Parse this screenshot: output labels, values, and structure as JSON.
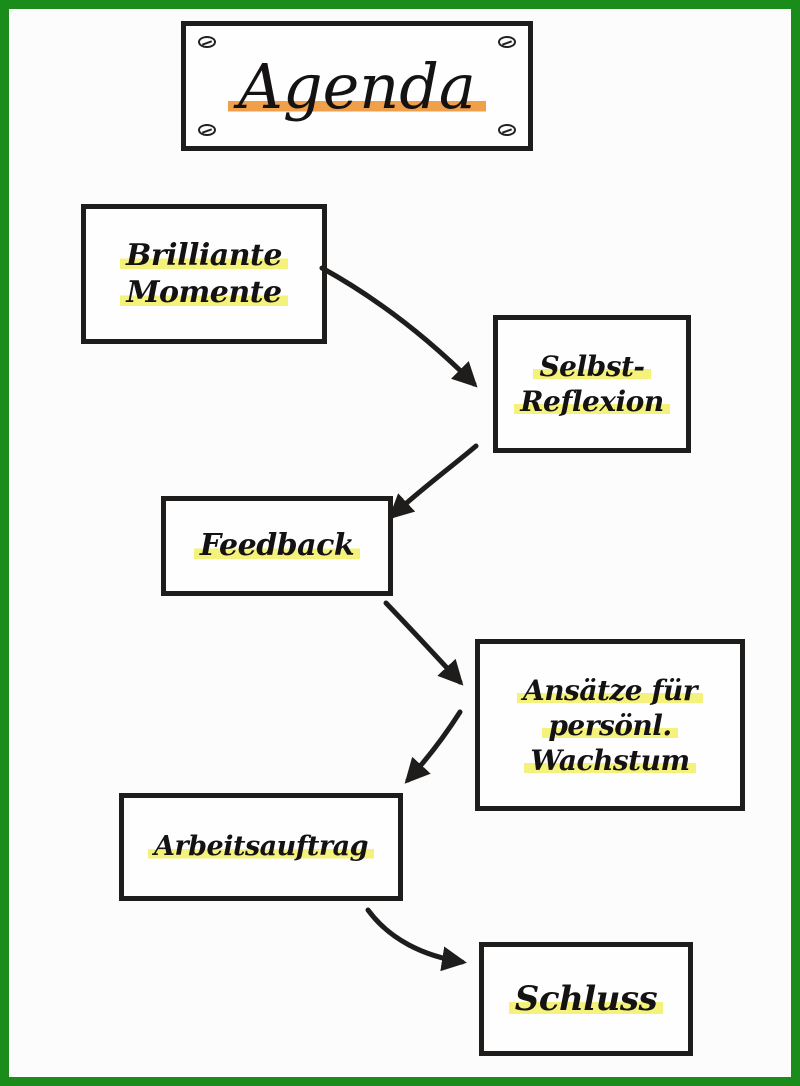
{
  "title": "Agenda",
  "steps": [
    {
      "lines": [
        "Brilliante",
        "Momente"
      ]
    },
    {
      "lines": [
        "Selbst-",
        "Reflexion"
      ]
    },
    {
      "lines": [
        "Feedback"
      ]
    },
    {
      "lines": [
        "Ansätze für",
        "persönl.",
        "Wachstum"
      ]
    },
    {
      "lines": [
        "Arbeitsauftrag"
      ]
    },
    {
      "lines": [
        "Schluss"
      ]
    }
  ],
  "colors": {
    "border": "#1a8c1a",
    "highlight": "#f4f27a",
    "title_highlight": "#f0a04a",
    "ink": "#1f1c1c"
  }
}
